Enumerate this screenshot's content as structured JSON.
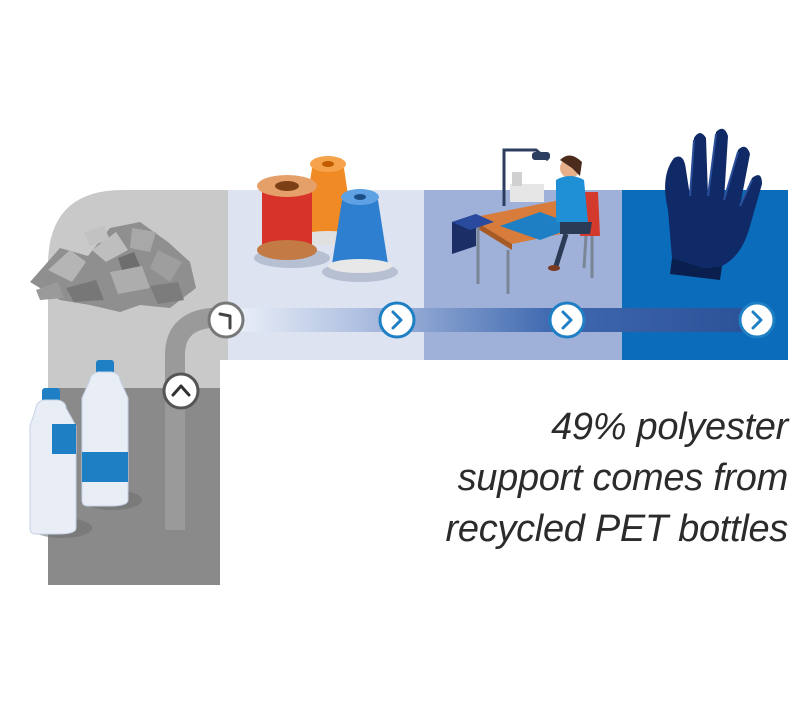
{
  "caption": {
    "lines": [
      "49% polyester",
      "support comes from",
      "recycled PET bottles"
    ]
  },
  "colors": {
    "grey_light": "#c9c9c9",
    "grey_mid": "#8a8a8a",
    "panel_1": "#dde3f1",
    "panel_2": "#9fb1d9",
    "panel_3": "#0a6cba",
    "line_blue": "#2a5da8",
    "arrow_circle_border": "#1f7fc4"
  },
  "icons": [
    "crushed-plastic-icon",
    "pet-bottles-icon",
    "thread-spools-icon",
    "sewing-worker-icon",
    "glove-icon",
    "chevron-up-icon",
    "chevron-right-icon"
  ]
}
